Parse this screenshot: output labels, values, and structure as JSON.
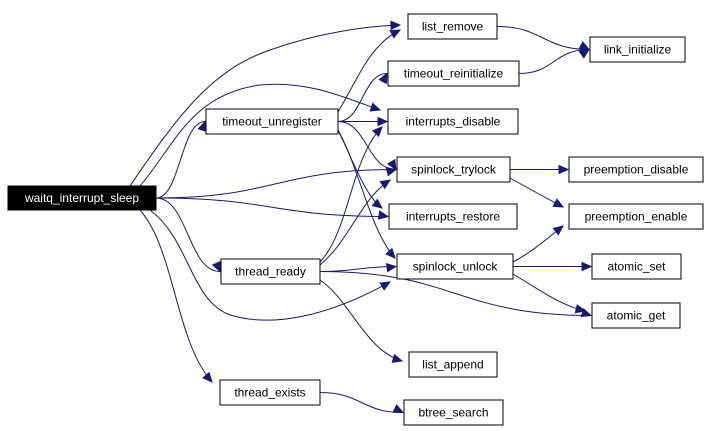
{
  "diagram": {
    "root": "waitq_interrupt_sleep",
    "edge_color": "#191970",
    "nodes": {
      "waitq_interrupt_sleep": "waitq_interrupt_sleep",
      "list_remove": "list_remove",
      "link_initialize": "link_initialize",
      "timeout_reinitialize": "timeout_reinitialize",
      "timeout_unregister": "timeout_unregister",
      "interrupts_disable": "interrupts_disable",
      "spinlock_trylock": "spinlock_trylock",
      "preemption_disable": "preemption_disable",
      "interrupts_restore": "interrupts_restore",
      "preemption_enable": "preemption_enable",
      "thread_ready": "thread_ready",
      "spinlock_unlock": "spinlock_unlock",
      "atomic_set": "atomic_set",
      "atomic_get": "atomic_get",
      "list_append": "list_append",
      "thread_exists": "thread_exists",
      "btree_search": "btree_search"
    },
    "edges": [
      [
        "waitq_interrupt_sleep",
        "list_remove"
      ],
      [
        "waitq_interrupt_sleep",
        "timeout_unregister"
      ],
      [
        "waitq_interrupt_sleep",
        "interrupts_disable"
      ],
      [
        "waitq_interrupt_sleep",
        "spinlock_trylock"
      ],
      [
        "waitq_interrupt_sleep",
        "interrupts_restore"
      ],
      [
        "waitq_interrupt_sleep",
        "thread_ready"
      ],
      [
        "waitq_interrupt_sleep",
        "spinlock_unlock"
      ],
      [
        "waitq_interrupt_sleep",
        "thread_exists"
      ],
      [
        "list_remove",
        "link_initialize"
      ],
      [
        "timeout_reinitialize",
        "link_initialize"
      ],
      [
        "timeout_unregister",
        "list_remove"
      ],
      [
        "timeout_unregister",
        "timeout_reinitialize"
      ],
      [
        "timeout_unregister",
        "interrupts_disable"
      ],
      [
        "timeout_unregister",
        "spinlock_trylock"
      ],
      [
        "timeout_unregister",
        "interrupts_restore"
      ],
      [
        "timeout_unregister",
        "spinlock_unlock"
      ],
      [
        "spinlock_trylock",
        "preemption_disable"
      ],
      [
        "spinlock_trylock",
        "preemption_enable"
      ],
      [
        "spinlock_unlock",
        "preemption_enable"
      ],
      [
        "spinlock_unlock",
        "atomic_set"
      ],
      [
        "spinlock_unlock",
        "atomic_get"
      ],
      [
        "thread_ready",
        "interrupts_disable"
      ],
      [
        "thread_ready",
        "spinlock_trylock"
      ],
      [
        "thread_ready",
        "spinlock_unlock"
      ],
      [
        "thread_ready",
        "atomic_get"
      ],
      [
        "thread_ready",
        "list_append"
      ],
      [
        "thread_exists",
        "btree_search"
      ]
    ]
  }
}
